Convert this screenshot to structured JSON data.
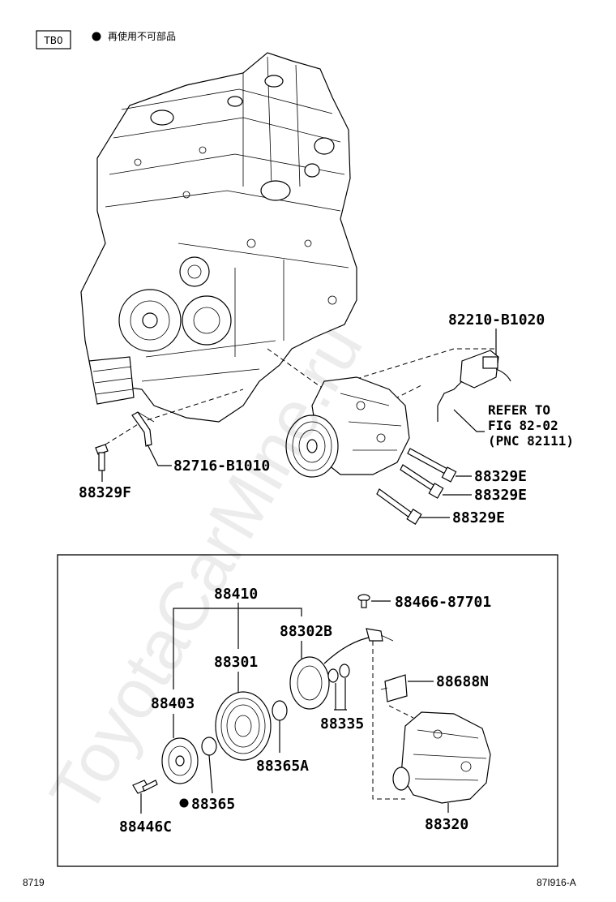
{
  "header": {
    "code": "TB0",
    "legend_text": "再使用不可部品"
  },
  "watermark": "ToyotaCarMine.ru",
  "parts": {
    "p82210": "82210-B1020",
    "refer_line1": "REFER TO",
    "refer_line2": "FIG 82-02",
    "refer_line3": "(PNC 82111)",
    "p82716": "82716-B1010",
    "p88329F": "88329F",
    "p88329E_1": "88329E",
    "p88329E_2": "88329E",
    "p88329E_3": "88329E",
    "p88410": "88410",
    "p88466": "88466-87701",
    "p88302B": "88302B",
    "p88301": "88301",
    "p88688N": "88688N",
    "p88403": "88403",
    "p88335": "88335",
    "p88365A": "88365A",
    "p88365": "88365",
    "p88320": "88320",
    "p88446C": "88446C"
  },
  "footer": {
    "left": "8719",
    "right": "87I916-A"
  }
}
